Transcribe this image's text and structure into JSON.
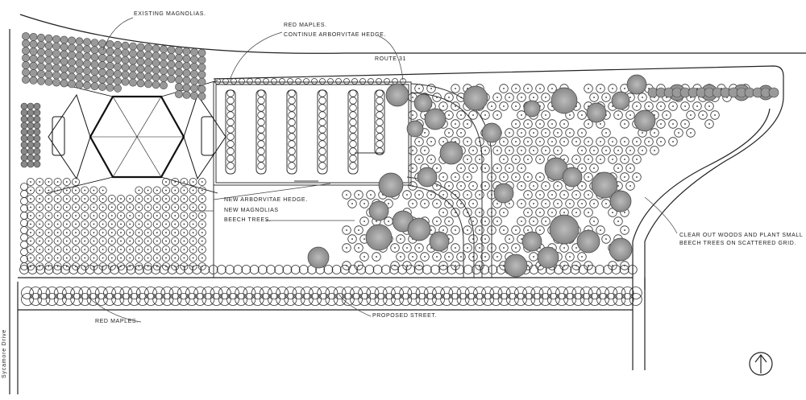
{
  "labels": {
    "existing_magnolias": "Existing Magnolias.",
    "red_maples_top": "Red Maples.",
    "continue_hedge": "Continue Arborvitae Hedge.",
    "route": "Route 31",
    "new_hedge": "New Arborvitae Hedge.",
    "new_magnolias": "New Magnolias",
    "beech_trees": "Beech Trees.",
    "clear_woods_1": "Clear out woods and plant small",
    "clear_woods_2": "Beech trees on scattered grid.",
    "red_maples_bottom": "Red Maples.",
    "proposed_street": "Proposed Street.",
    "sycamore_drive": "Sycamore Drive"
  },
  "icons": {
    "north_arrow": "north-arrow-icon"
  }
}
